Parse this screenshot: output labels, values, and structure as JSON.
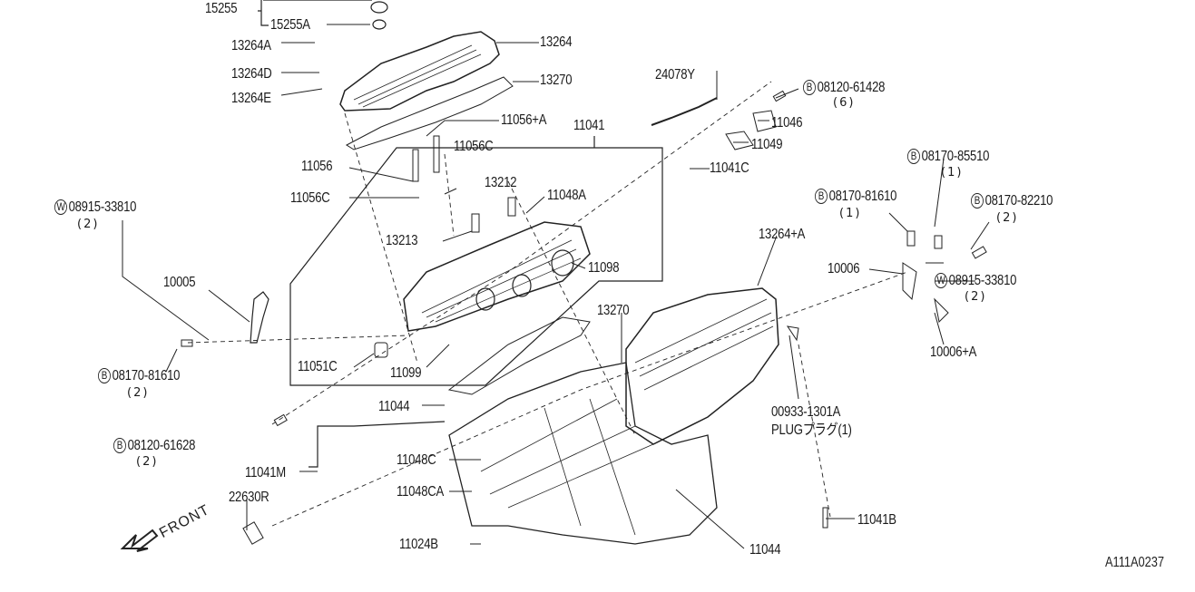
{
  "figure_code": "A111A0237",
  "front_label": "FRONT",
  "parts": {
    "p15255": "15255",
    "p15255A": "15255A",
    "p13264A": "13264A",
    "p13264D": "13264D",
    "p13264E": "13264E",
    "p13264": "13264",
    "p13270a": "13270",
    "p11056A": "11056+A",
    "p11041": "11041",
    "p11056Ca": "11056C",
    "p11056": "11056",
    "p11056Cb": "11056C",
    "p13212": "13212",
    "p11048A": "11048A",
    "p13213": "13213",
    "p11098": "11098",
    "p10005": "10005",
    "p11051C": "11051C",
    "p11099": "11099",
    "p13270b": "13270",
    "p11044a": "11044",
    "p11048C": "11048C",
    "p11041M": "11041M",
    "p11048CA": "11048CA",
    "p22630R": "22630R",
    "p11024B": "11024B",
    "p11044b": "11044",
    "p11041B": "11041B",
    "p00933": "00933-1301A",
    "plug": "PLUGプラグ(1)",
    "p24078Y": "24078Y",
    "p11046": "11046",
    "p11049": "11049",
    "p11041C": "11041C",
    "p13264plusA": "13264+A",
    "p10006": "10006",
    "p10006A": "10006+A"
  },
  "fasteners": [
    {
      "mark": "W",
      "number": "08915-33810",
      "qty": "(2)"
    },
    {
      "mark": "B",
      "number": "08170-81610",
      "qty": "(2)"
    },
    {
      "mark": "B",
      "number": "08120-61628",
      "qty": "(2)"
    },
    {
      "mark": "B",
      "number": "08120-61428",
      "qty": "(6)"
    },
    {
      "mark": "B",
      "number": "08170-85510",
      "qty": "(1)"
    },
    {
      "mark": "B",
      "number": "08170-81610",
      "qty": "(1)"
    },
    {
      "mark": "B",
      "number": "08170-82210",
      "qty": "(2)"
    },
    {
      "mark": "W",
      "number": "08915-33810",
      "qty": "(2)"
    }
  ]
}
